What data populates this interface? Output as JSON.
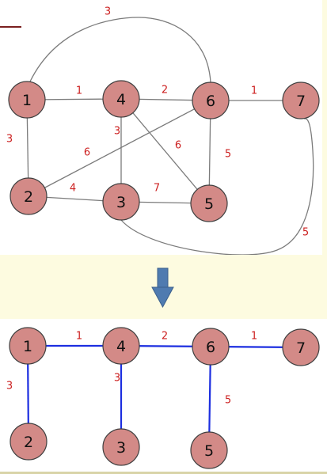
{
  "colors": {
    "node_fill": "#d38a87",
    "node_stroke": "#3f3f3f",
    "graph_edge": "#7b7b7b",
    "tree_edge": "#1c2ee0",
    "weight_label": "#cc1f1f",
    "arrow": "#4f7bb0",
    "slide_background": "#fdfbe0"
  },
  "arrow_icon": "down-arrow-icon",
  "graph": {
    "nodes": [
      {
        "id": "1",
        "label": "1"
      },
      {
        "id": "4",
        "label": "4"
      },
      {
        "id": "6",
        "label": "6"
      },
      {
        "id": "7",
        "label": "7"
      },
      {
        "id": "2",
        "label": "2"
      },
      {
        "id": "3",
        "label": "3"
      },
      {
        "id": "5",
        "label": "5"
      }
    ],
    "edges": [
      {
        "from": "1",
        "to": "4",
        "weight": "1"
      },
      {
        "from": "4",
        "to": "6",
        "weight": "2"
      },
      {
        "from": "6",
        "to": "7",
        "weight": "1"
      },
      {
        "from": "1",
        "to": "2",
        "weight": "3"
      },
      {
        "from": "4",
        "to": "3",
        "weight": "3"
      },
      {
        "from": "4",
        "to": "5",
        "weight": "6"
      },
      {
        "from": "2",
        "to": "6",
        "weight": "6"
      },
      {
        "from": "2",
        "to": "3",
        "weight": "4"
      },
      {
        "from": "3",
        "to": "5",
        "weight": "7"
      },
      {
        "from": "6",
        "to": "5",
        "weight": "5"
      },
      {
        "from": "1",
        "to": "6",
        "weight": "3"
      },
      {
        "from": "3",
        "to": "7",
        "weight": "5"
      }
    ]
  },
  "tree": {
    "nodes": [
      {
        "id": "1",
        "label": "1"
      },
      {
        "id": "4",
        "label": "4"
      },
      {
        "id": "6",
        "label": "6"
      },
      {
        "id": "7",
        "label": "7"
      },
      {
        "id": "2",
        "label": "2"
      },
      {
        "id": "3",
        "label": "3"
      },
      {
        "id": "5",
        "label": "5"
      }
    ],
    "edges": [
      {
        "from": "1",
        "to": "4",
        "weight": "1"
      },
      {
        "from": "4",
        "to": "6",
        "weight": "2"
      },
      {
        "from": "6",
        "to": "7",
        "weight": "1"
      },
      {
        "from": "1",
        "to": "2",
        "weight": "3"
      },
      {
        "from": "4",
        "to": "3",
        "weight": "3"
      },
      {
        "from": "6",
        "to": "5",
        "weight": "5"
      }
    ]
  }
}
